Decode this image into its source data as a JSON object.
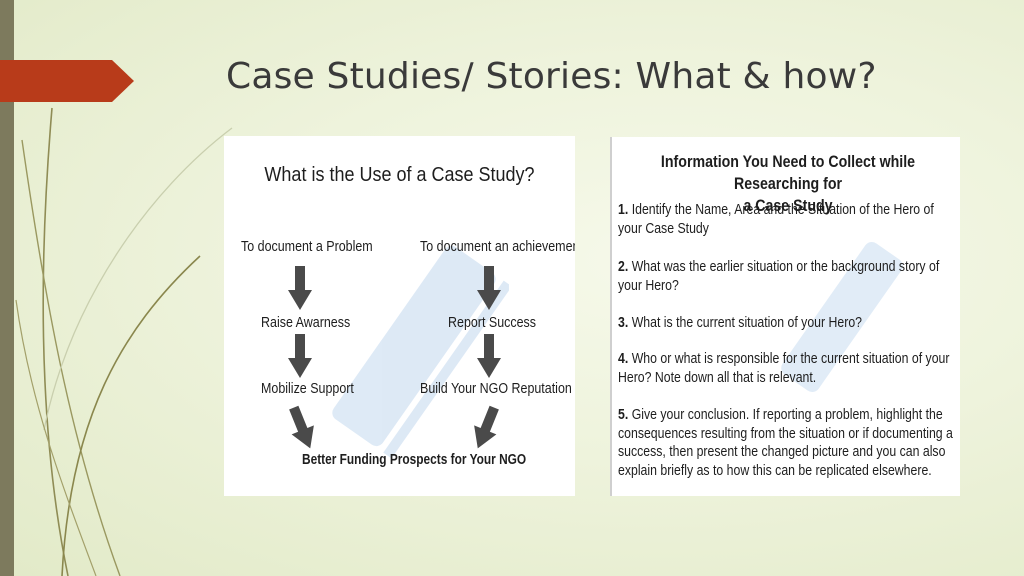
{
  "slide": {
    "title": "Case Studies/ Stories: What & how?"
  },
  "colors": {
    "background": "#eef3dc",
    "left_bar": "#7d7a5d",
    "title_tab": "#b83b1a",
    "title_text": "#3a3a3a",
    "decor_line": "#8a8a4a"
  },
  "left_panel": {
    "heading": "What is the Use of a Case Study?",
    "left_column": [
      "To document a Problem",
      "Raise Awarness",
      "Mobilize  Support"
    ],
    "right_column": [
      "To document an achievement",
      "Report Success",
      "Build Your NGO Reputation"
    ],
    "outcome": "Better Funding Prospects for Your NGO",
    "watermark_icon": "fundsforngos-watermark"
  },
  "right_panel": {
    "heading_line1": "Information You Need to Collect while Researching for",
    "heading_line2": "a Case Study",
    "items": [
      {
        "num": "1.",
        "text": "Identify the Name, Area and the Situation of the Hero of your Case Study"
      },
      {
        "num": "2.",
        "text": "What was the earlier situation or the background story of your Hero?"
      },
      {
        "num": "3.",
        "text": "What is the current situation of your Hero?"
      },
      {
        "num": "4.",
        "text": "Who or what is responsible for the current situation of your Hero? Note down all that is relevant."
      },
      {
        "num": "5.",
        "text": "Give your conclusion. If reporting a problem, highlight the consequences resulting from the situation or if documenting a success, then present the changed picture and you can also explain briefly as to how this can be replicated elsewhere."
      }
    ],
    "watermark_icon": "fundsforngos-watermark"
  }
}
